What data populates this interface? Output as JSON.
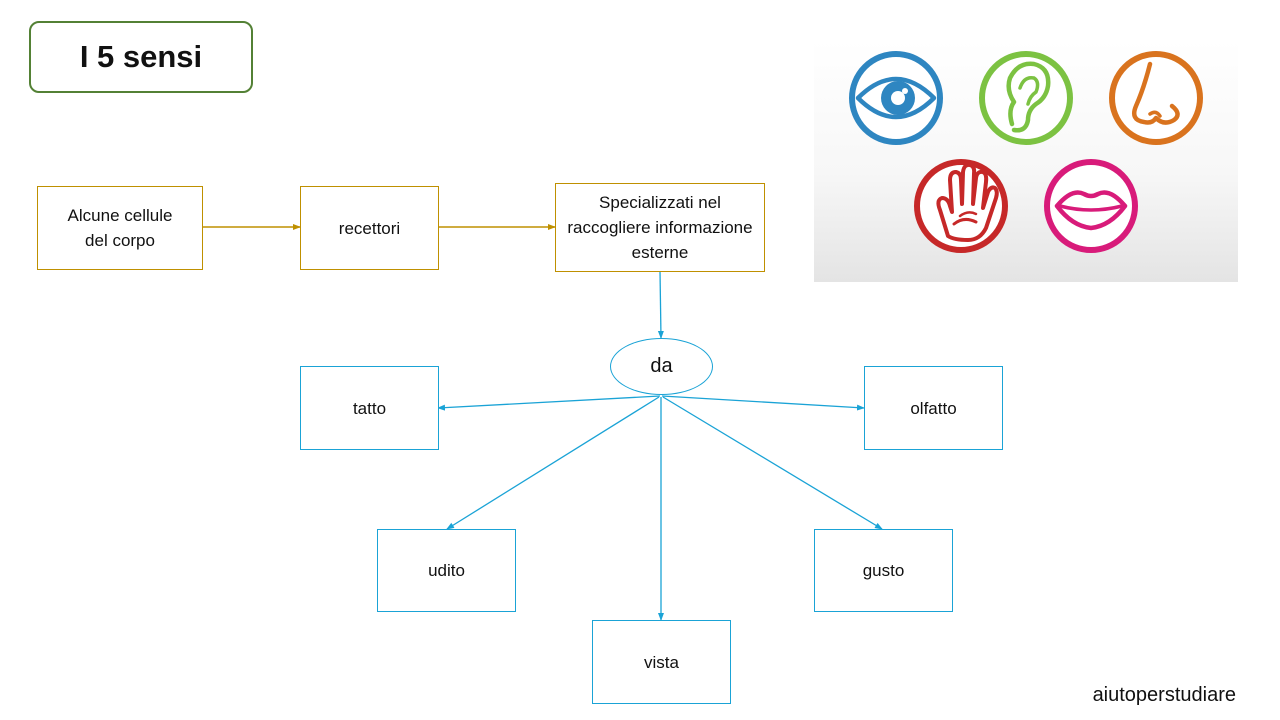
{
  "title": "I 5 sensi",
  "nodes": {
    "cells": "Alcune cellule del corpo",
    "receptors": "recettori",
    "specialized": "Specializzati nel raccogliere informazione esterne",
    "hub": "da",
    "touch": "tatto",
    "smell": "olfatto",
    "hearing": "udito",
    "taste": "gusto",
    "sight": "vista"
  },
  "icons": [
    {
      "name": "eye-icon",
      "color": "#2e86c1"
    },
    {
      "name": "ear-icon",
      "color": "#7cc242"
    },
    {
      "name": "nose-icon",
      "color": "#d9731e"
    },
    {
      "name": "hand-icon",
      "color": "#c62828"
    },
    {
      "name": "lips-icon",
      "color": "#d81b7a"
    }
  ],
  "colors": {
    "title_border": "#538135",
    "chain_color": "#bf9000",
    "senses_color": "#1aa3d6"
  },
  "watermark": "aiutoperstudiare"
}
